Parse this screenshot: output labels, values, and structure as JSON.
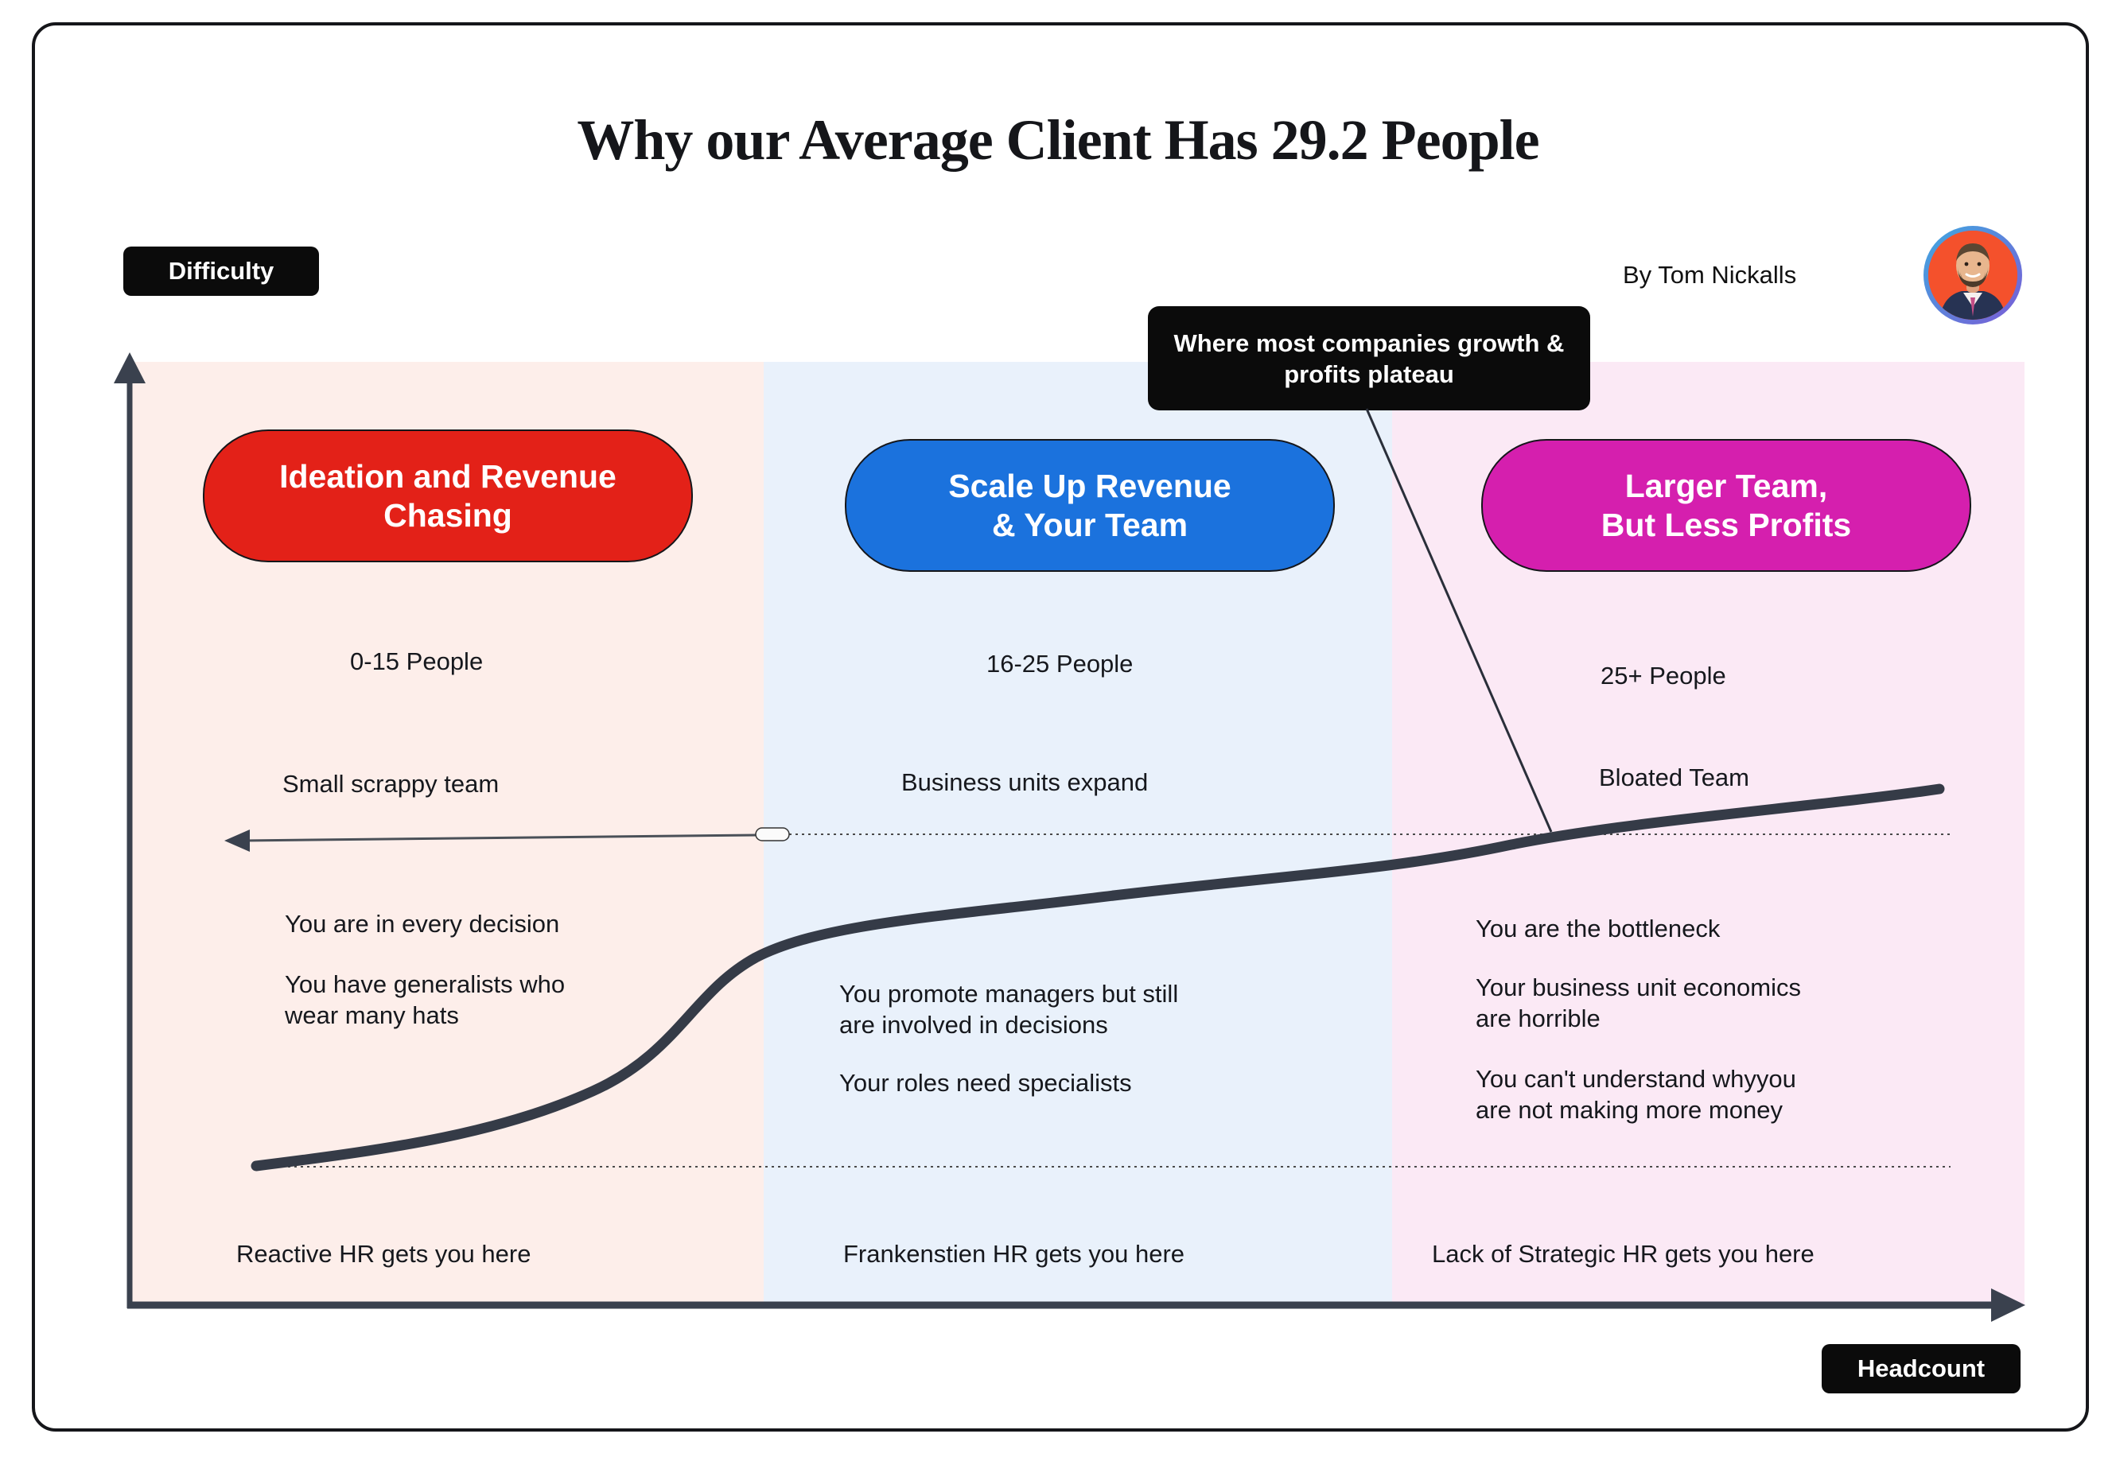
{
  "title": "Why our Average Client Has 29.2 People",
  "byline": "By Tom Nickalls",
  "axes": {
    "y_label": "Difficulty",
    "x_label": "Headcount"
  },
  "callout": {
    "text": "Where most companies growth &\nprofits plateau"
  },
  "stages": [
    {
      "pill": "Ideation and Revenue\nChasing",
      "pill_color": "#e32118",
      "panel_color": "#fdeeea",
      "people": "0-15 People",
      "summary": "Small scrappy team",
      "bullets": [
        "You are in every decision",
        "You have generalists who\nwear many hats"
      ],
      "footer": "Reactive HR gets you here"
    },
    {
      "pill": "Scale Up Revenue\n& Your Team",
      "pill_color": "#1b72dd",
      "panel_color": "#e9f1fb",
      "people": "16-25 People",
      "summary": "Business units expand",
      "bullets": [
        "You promote managers but still\n are involved in decisions",
        "Your roles need specialists"
      ],
      "footer": "Frankenstien HR gets you here"
    },
    {
      "pill": "Larger Team,\nBut Less Profits",
      "pill_color": "#d51fae",
      "panel_color": "#fbe9f5",
      "people": "25+ People",
      "summary": "Bloated Team",
      "bullets": [
        "You are the bottleneck",
        "Your business unit economics\nare horrible",
        "You can't understand whyyou\nare not making more money"
      ],
      "footer": "Lack of Strategic HR gets you here"
    }
  ],
  "colors": {
    "axis": "#3a414e",
    "curve": "#353b47",
    "chip_bg": "#0b0b0b",
    "chip_text": "#ffffff",
    "avatar_ring_start": "#3fa9e0",
    "avatar_ring_end": "#7b5bd6",
    "avatar_bg": "#f4512c"
  }
}
